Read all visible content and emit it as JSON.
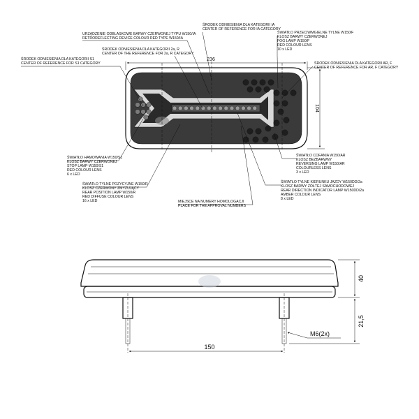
{
  "callouts": {
    "retroreflector": [
      "URZĄDZENIE ODBLASKOWE BARWY CZERWONEJ TYPU W150/IA",
      "RETROREFLECTING DEVICE COLOUR RED TYPE W150/IA"
    ],
    "center_ia": [
      "ŚRODEK ODNIESIENIA DLA KATEGORII IA",
      "CENTER OF REFERENCE FOR IA CATEGORY"
    ],
    "fog": [
      "ŚWIATŁO PRZECIWMGIELNE TYLNE W150/F",
      "KLOSZ BARWY CZERWONEJ",
      "FOG LAMP W150/F",
      "RED COLOUR LENS",
      "10 x LED"
    ],
    "center_2a_r": [
      "ŚRODEK ODNIESIENIA DLA KATEGORII 2a, R",
      "CENTER OF THE REFERENCE FOR 2a, R CATEGORY"
    ],
    "center_s1": [
      "ŚRODEK ODNIESIENIA DLA KATEGORII S1",
      "CENTER OF REFERENCE FOR S1 CATEGORY"
    ],
    "center_ar_f": [
      "ŚRODEK ODNIESIENIA DLA KATEGORII AR, F",
      "CENTER OF REFERENCE FOR AR, F CATEGORY"
    ],
    "stop": [
      "ŚWIATŁO HAMOWANIA W150/S1",
      "KLOSZ BARWY CZERWONEJ",
      "STOP LAMP W150/S1",
      "RED COLOUR LENS",
      "6 x LED"
    ],
    "reversing": [
      "ŚWIATŁO COFANIA W150/AR",
      "KLOSZ BEZBARWNY",
      "REVERSING LAMP W150/AR",
      "COLOURLESS LENS",
      "3 x LED"
    ],
    "position": [
      "ŚWIATŁO TYLNE POZYCYJNE W150/R",
      "KLOSZ CZERWONY ZMYZUJĄCY",
      "REAR POSITION LAMP W150/R",
      "RED DIFFUSE COLOUR LENS",
      "16 x LED"
    ],
    "homologation": [
      "MIEJSCE NA NUMERY HOMOLOGACJI",
      "PLACE FOR THE APPROVAL NUMBERS"
    ],
    "indicator": [
      "ŚWIATŁO TYLNE KIERUNKU JAZDY W150DD/2a",
      "KLOSZ BARWY ŻÓŁTEJ SAMOCHODOWEJ",
      "REAR DIRECTION INDICATOR LAMP W150DD/2a",
      "AMBER COLOUR LENS",
      "8 x LED"
    ]
  },
  "dimensions": {
    "width": "236",
    "height": "104",
    "depth": "40",
    "stud_length": "21,5",
    "stud_spacing": "150",
    "thread": "M6(2x)"
  }
}
